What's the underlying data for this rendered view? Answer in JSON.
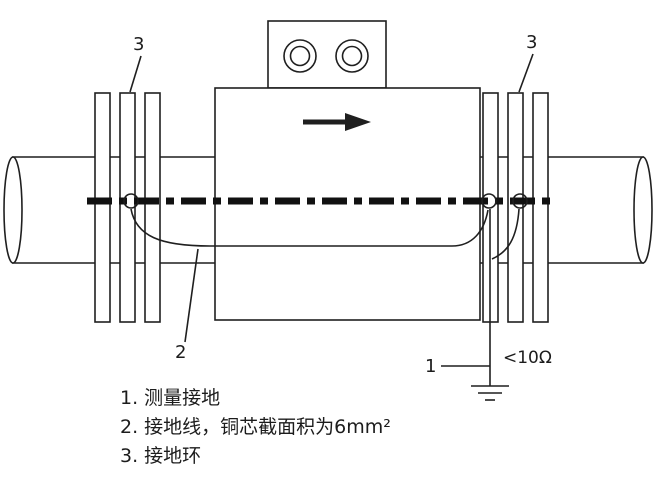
{
  "labels": {
    "ring_left": "3",
    "ring_right": "3",
    "wire": "2",
    "ground": "1",
    "resistance": "<10Ω"
  },
  "legend": {
    "item_1": "1. 测量接地",
    "item_2": "2. 接地线，铜芯截面积为6mm²",
    "item_3": "3. 接地环"
  },
  "colors": {
    "ink": "#1f1f1f",
    "background": "#ffffff"
  }
}
